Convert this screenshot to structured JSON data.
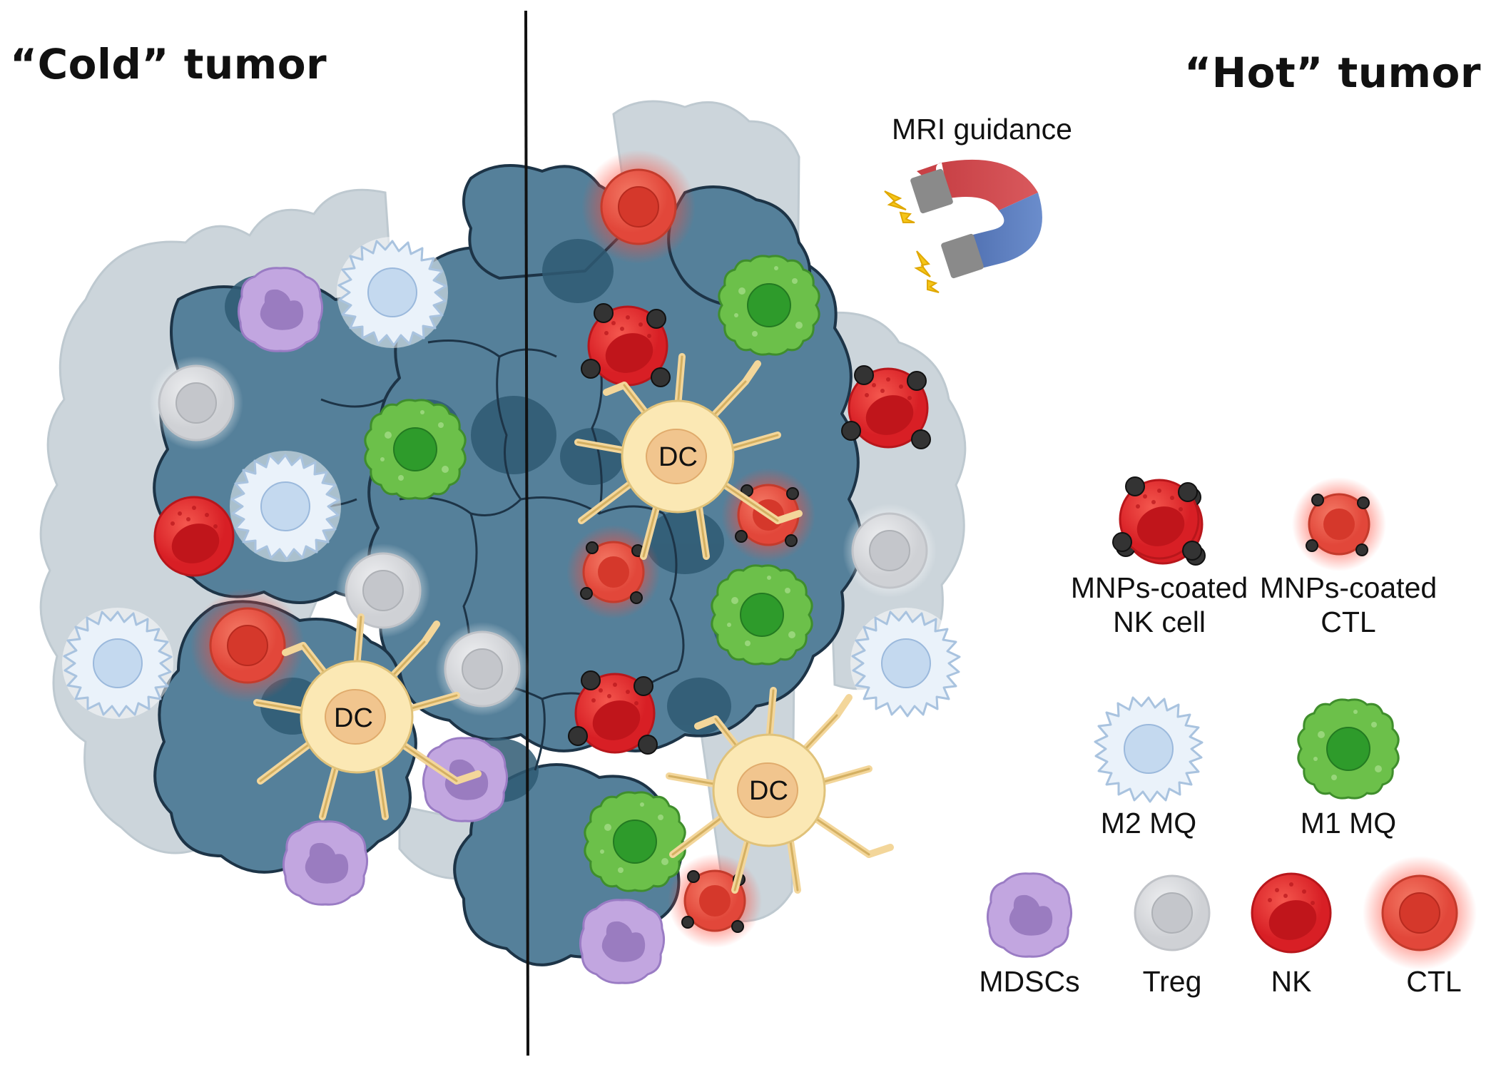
{
  "titles": {
    "left": "“Cold” tumor",
    "right": "“Hot” tumor"
  },
  "mri": {
    "label": "MRI guidance",
    "icon": "horseshoe-magnet-icon"
  },
  "cell_labels": {
    "dc": "DC"
  },
  "legend": {
    "mnp_nk": [
      "MNPs-coated",
      "NK cell"
    ],
    "mnp_ctl": [
      "MNPs-coated",
      "CTL"
    ],
    "m2": "M2 MQ",
    "m1": "M1 MQ",
    "mdsc": "MDSCs",
    "treg": "Treg",
    "nk": "NK",
    "ctl": "CTL"
  },
  "colors": {
    "tumor_dark": "#4f7891",
    "tumor_light": "#c9d3da",
    "nk_red": "#e4282c",
    "ctl_red": "#e8503c",
    "m1_green": "#6cc04a",
    "m2_blue": "#eaf2fa",
    "mdsc_purple": "#b596d4",
    "treg_gray": "#d6d7da",
    "dc_yellow": "#fbe8b4",
    "magnet_red": "#d04b4f",
    "magnet_blue": "#5d7fbf"
  }
}
